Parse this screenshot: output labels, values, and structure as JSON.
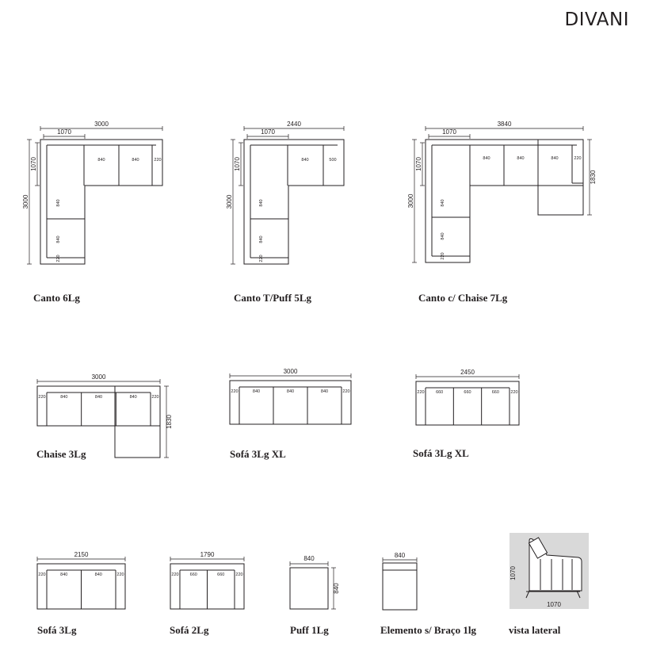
{
  "brand": "DIVANI",
  "modules": [
    {
      "key": "canto6",
      "caption": "Canto 6Lg",
      "dims": {
        "width": "3000",
        "depth_top": "1070",
        "depth_side": "1070",
        "height": "3000",
        "seats": [
          "840",
          "840"
        ],
        "arm": "220",
        "side_seats": [
          "840",
          "840"
        ],
        "side_arm": "220"
      }
    },
    {
      "key": "cantoT",
      "caption": "Canto T/Puff 5Lg",
      "dims": {
        "width": "2440",
        "depth_top": "1070",
        "depth_side": "1070",
        "height": "3000",
        "seats": [
          "840",
          "500"
        ],
        "side_seats": [
          "840",
          "840"
        ],
        "side_arm": "220"
      }
    },
    {
      "key": "cantoChaise",
      "caption": "Canto c/ Chaise 7Lg",
      "dims": {
        "width": "3840",
        "depth_top": "1070",
        "depth_side": "1070",
        "height": "3000",
        "seats": [
          "840",
          "840",
          "840"
        ],
        "arm": "220",
        "chaise_depth": "1830",
        "side_seats": [
          "840",
          "840"
        ],
        "side_arm": "220"
      }
    },
    {
      "key": "chaise3",
      "caption": "Chaise 3Lg",
      "dims": {
        "width": "3000",
        "arm_left": "220",
        "seats": [
          "840",
          "840",
          "840"
        ],
        "arm_right": "220",
        "chaise_depth": "1830"
      }
    },
    {
      "key": "sofa3xl",
      "caption": "Sofá 3Lg XL",
      "dims": {
        "width": "3000",
        "arm_left": "220",
        "seats": [
          "840",
          "840",
          "840"
        ],
        "arm_right": "220"
      }
    },
    {
      "key": "sofa3xl660",
      "caption": "Sofá 3Lg XL",
      "dims": {
        "width": "2450",
        "arm_left": "220",
        "seats": [
          "660",
          "660",
          "660"
        ],
        "arm_right": "220"
      }
    },
    {
      "key": "sofa3",
      "caption": "Sofá 3Lg",
      "dims": {
        "width": "2150",
        "arm_left": "220",
        "seats": [
          "840",
          "840"
        ],
        "arm_right": "220"
      }
    },
    {
      "key": "sofa2",
      "caption": "Sofá 2Lg",
      "dims": {
        "width": "1790",
        "arm_left": "220",
        "seats": [
          "660",
          "660"
        ],
        "arm_right": "220"
      }
    },
    {
      "key": "puff1",
      "caption": "Puff 1Lg",
      "dims": {
        "width": "840",
        "depth": "840"
      }
    },
    {
      "key": "elemento",
      "caption": "Elemento s/ Braço 1lg",
      "dims": {
        "width": "840"
      }
    },
    {
      "key": "vista",
      "caption": "vista lateral",
      "dims": {
        "height": "1070",
        "depth": "1070"
      }
    }
  ],
  "colors": {
    "line": "#231f20",
    "panel": "#d9d9d9"
  }
}
